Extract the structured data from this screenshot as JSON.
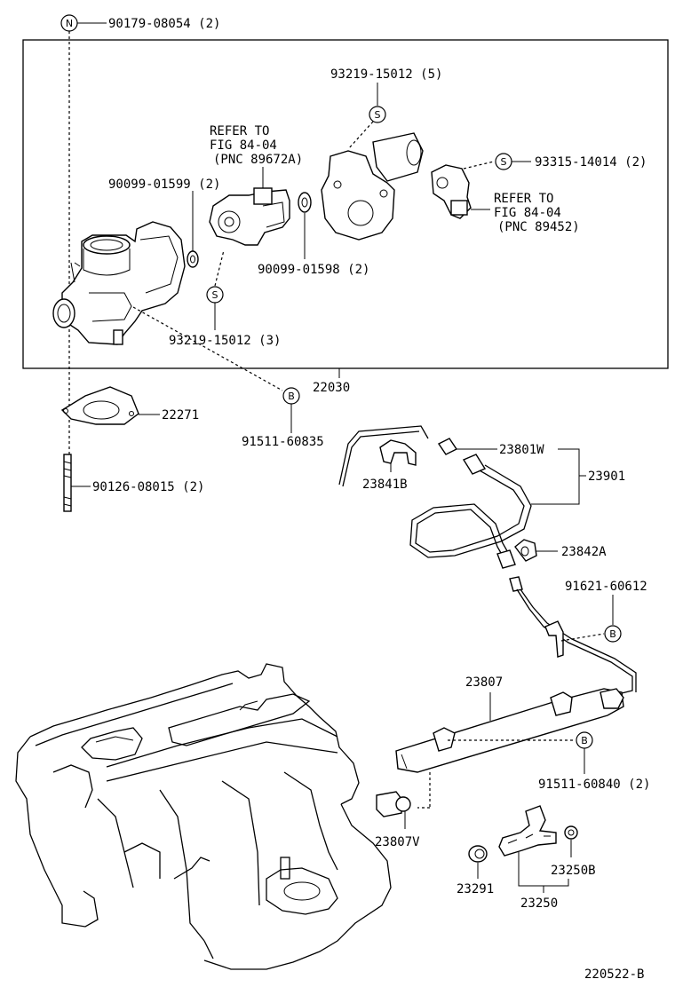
{
  "diagram_id": "220522-B",
  "markers": {
    "n": "N",
    "s": "S",
    "b": "B"
  },
  "labels": {
    "p90179": "90179-08054 (2)",
    "p93219_top": "93219-15012 (5)",
    "refer1_l1": "REFER TO",
    "refer1_l2": "FIG 84-04",
    "refer1_l3": "(PNC 89672A)",
    "p90099_01599": "90099-01599 (2)",
    "p93315": "93315-14014 (2)",
    "refer2_l1": "REFER TO",
    "refer2_l2": "FIG 84-04",
    "refer2_l3": "(PNC 89452)",
    "p90099_01598": "90099-01598 (2)",
    "p93219_bot": "93219-15012 (3)",
    "p22030": "22030",
    "p22271": "22271",
    "p91511_60835": "91511-60835",
    "p23801w": "23801W",
    "p23841b": "23841B",
    "p23901": "23901",
    "p90126": "90126-08015 (2)",
    "p23842a": "23842A",
    "p91621": "91621-60612",
    "p23807": "23807",
    "p91511_60840": "91511-60840 (2)",
    "p23807v": "23807V",
    "p23291": "23291",
    "p23250b": "23250B",
    "p23250": "23250"
  }
}
